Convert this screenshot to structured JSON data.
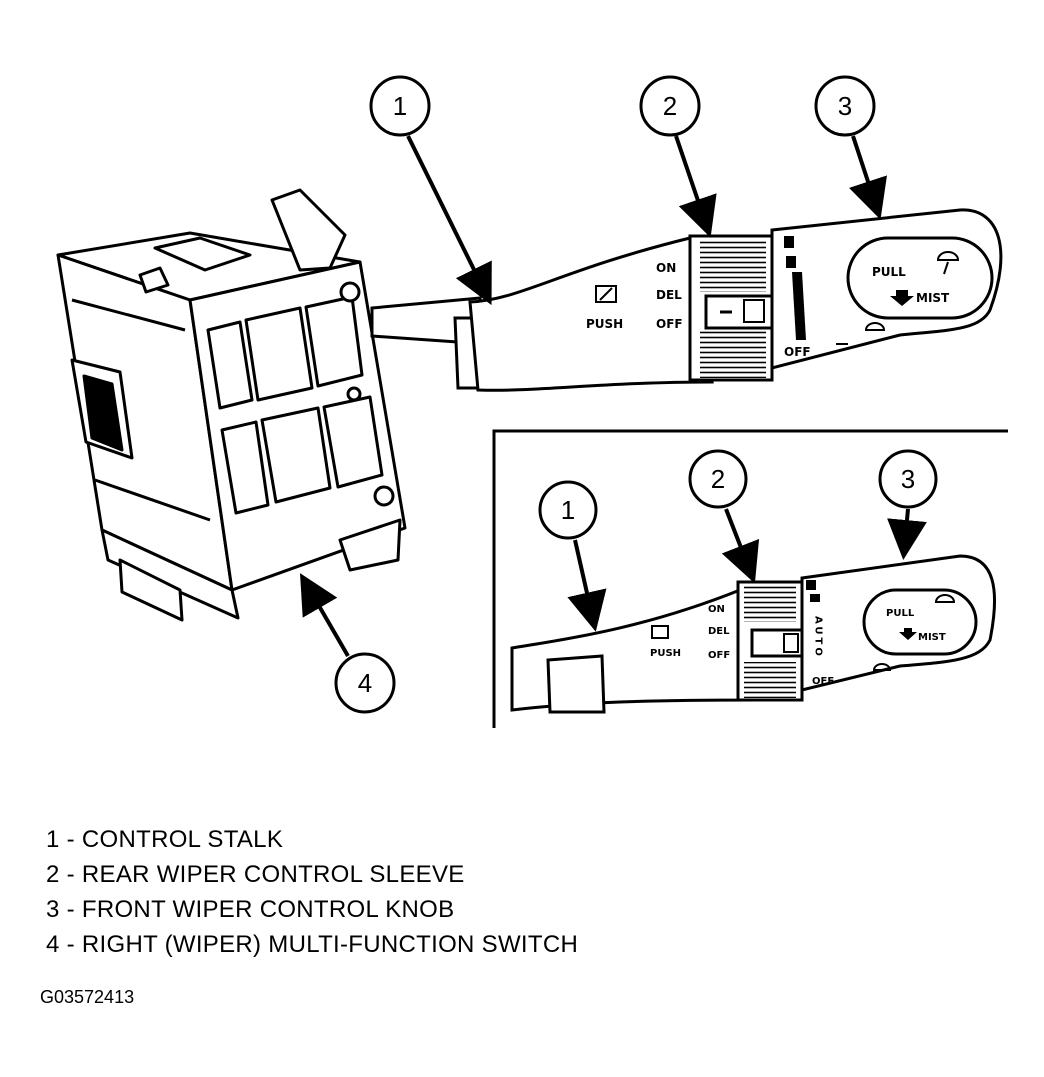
{
  "callouts": {
    "main": [
      "1",
      "2",
      "3",
      "4"
    ],
    "inset": [
      "1",
      "2",
      "3"
    ]
  },
  "stalk_labels": {
    "rear": {
      "on": "ON",
      "del": "DEL",
      "off": "OFF",
      "push": "PUSH"
    },
    "front": {
      "pull": "PULL",
      "mist": "MIST",
      "off": "OFF",
      "auto": "AUTO"
    }
  },
  "legend": [
    "1 - CONTROL STALK",
    "2 - REAR WIPER CONTROL SLEEVE",
    "3 - FRONT WIPER CONTROL KNOB",
    "4 - RIGHT (WIPER) MULTI-FUNCTION SWITCH"
  ],
  "figure_id": "G03572413"
}
